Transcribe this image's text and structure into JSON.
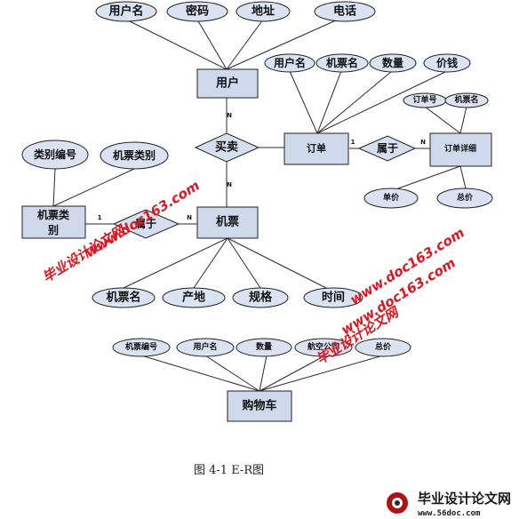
{
  "entities": {
    "user": "用户",
    "order": "订单",
    "order_detail": "订单详细",
    "ticket_category": "机票类别",
    "ticket": "机票",
    "cart": "购物车"
  },
  "relationships": {
    "buy_sell": "买卖",
    "belongs_1": "属于",
    "belongs_2": "属于"
  },
  "attributes": {
    "user": [
      "用户名",
      "密码",
      "地址",
      "电话"
    ],
    "order": [
      "用户名",
      "机票名",
      "数量",
      "价钱"
    ],
    "order_detail_top": [
      "订单号",
      "机票名"
    ],
    "order_detail_bottom": [
      "单价",
      "总价"
    ],
    "ticket_category": [
      "类别编号",
      "机票类别"
    ],
    "ticket": [
      "机票名",
      "产地",
      "规格",
      "时间"
    ],
    "cart": [
      "机票编号",
      "用户名",
      "数量",
      "航空公司",
      "总价"
    ]
  },
  "cardinality": {
    "one": "1",
    "many": "N"
  },
  "caption": "图 4-1 E-R图",
  "watermarks": {
    "site_a": "www.doc163.com",
    "cn_a": "毕业设计论文网",
    "logo_cn": "毕业设计论文网",
    "logo_url": "www.56doc.com"
  },
  "colors": {
    "fill": "#cfd9ec",
    "watermark": "#e0141e"
  }
}
